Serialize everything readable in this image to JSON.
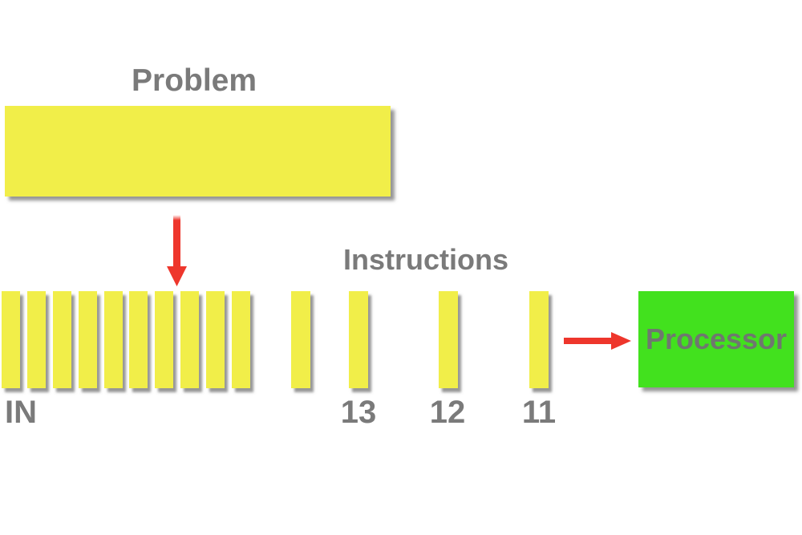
{
  "labels": {
    "problem": "Problem",
    "instructions": "Instructions",
    "processor": "Processor",
    "queue_in": "IN",
    "instruction_numbers": [
      "13",
      "12",
      "11"
    ]
  },
  "queue": {
    "grouped_bar_count": 10,
    "spaced_bar_count": 4,
    "labeled_bar_numbers": [
      "13",
      "12",
      "11"
    ]
  },
  "colors": {
    "bar_yellow": "#f1ee49",
    "processor_green": "#42e11e",
    "arrow_red": "#ee362c",
    "text_gray": "#7a7a7a",
    "background": "#ffffff"
  }
}
